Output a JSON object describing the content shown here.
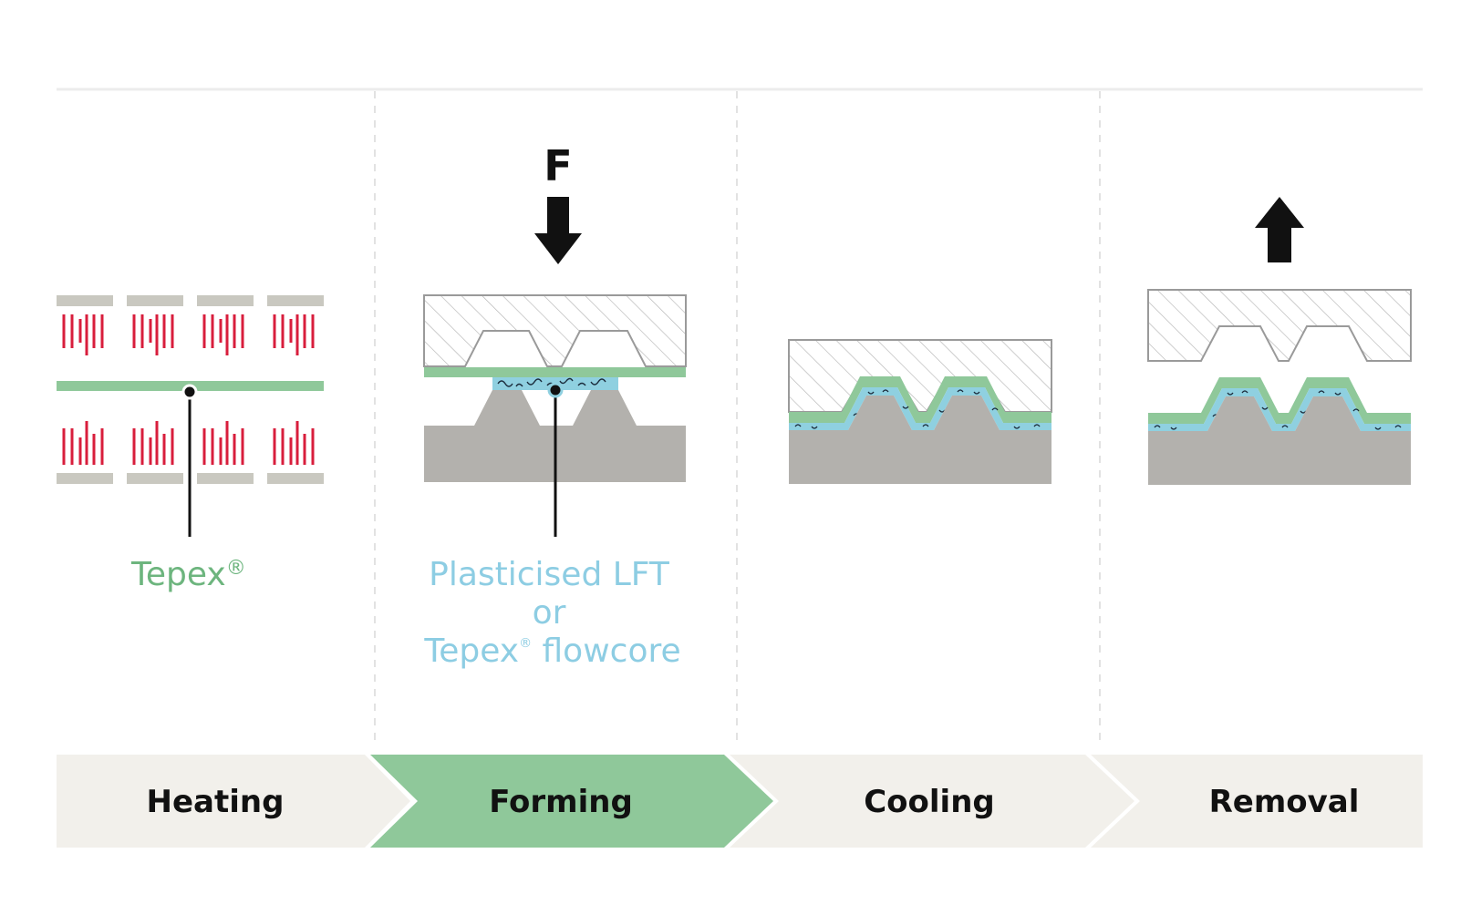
{
  "force_label": "F",
  "material_labels": {
    "tepex": "Tepex",
    "tepex_reg": "®",
    "lft_line1": "Plasticised LFT",
    "lft_line2": "or",
    "lft_line3_a": "Tepex",
    "lft_line3_reg": "®",
    "lft_line3_b": " flowcore"
  },
  "steps": [
    {
      "label": "Heating",
      "active": false
    },
    {
      "label": "Forming",
      "active": true
    },
    {
      "label": "Cooling",
      "active": false
    },
    {
      "label": "Removal",
      "active": false
    }
  ],
  "colors": {
    "tepex_green": "#8fc89a",
    "tepex_text": "#6db57e",
    "lft_blue": "#8fd0e0",
    "lft_text": "#8dcde3",
    "heater_red": "#d81e3c",
    "heater_plate": "#c9c8c0",
    "mold_grey": "#b3b1ad",
    "step_inactive": "#f2f0eb",
    "step_active": "#8fc89a"
  }
}
